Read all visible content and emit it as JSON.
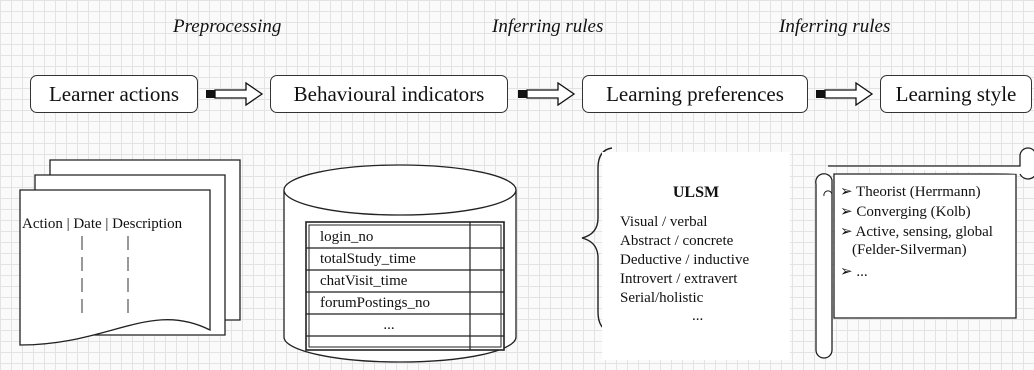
{
  "phases": [
    "Preprocessing",
    "Inferring rules",
    "Inferring rules"
  ],
  "stages": [
    "Learner actions",
    "Behavioural indicators",
    "Learning preferences",
    "Learning style"
  ],
  "log_document": {
    "header": "Action | Date | Description"
  },
  "database": {
    "fields": [
      "login_no",
      "totalStudy_time",
      "chatVisit_time",
      "forumPostings_no",
      "..."
    ]
  },
  "ulsm": {
    "title": "ULSM",
    "items": [
      "Visual / verbal",
      "Abstract / concrete",
      "Deductive / inductive",
      "Introvert / extravert",
      "Serial/holistic",
      "..."
    ]
  },
  "styles_scroll": {
    "items": [
      "➢ Theorist (Herrmann)",
      "➢ Converging (Kolb)",
      "➢ Active, sensing, global",
      "(Felder-Silverman)",
      "➢ ..."
    ]
  }
}
